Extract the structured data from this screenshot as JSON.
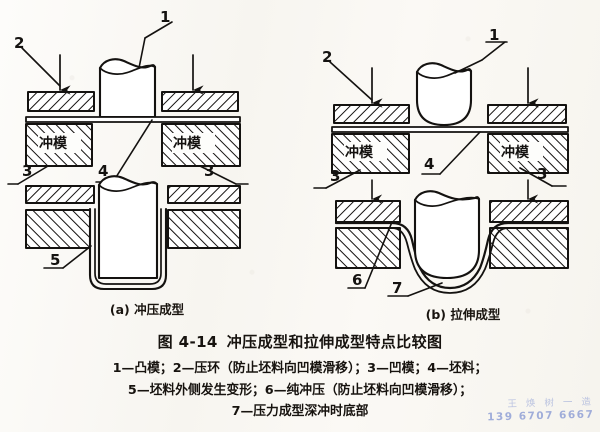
{
  "figure": {
    "number": "图 4-14",
    "title": "冲压成型和拉伸成型特点比较图",
    "subfigures": [
      {
        "key": "a",
        "label": "(a) 冲压成型"
      },
      {
        "key": "b",
        "label": "(b) 拉伸成型"
      }
    ],
    "legend_lines": [
      "1—凸模；2—压环（防止坯料向凹模滑移）；3—凹模；4—坯料；",
      "5—坯料外侧发生变形；6—纯冲压（防止坯料向凹模滑移）；",
      "7—压力成型深冲时底部"
    ],
    "callouts": {
      "punch": "1",
      "press_ring": "2",
      "die": "3",
      "blank": "4",
      "blank_outer_deform": "5",
      "pure_stamping": "6",
      "deep_draw_bottom": "7"
    },
    "die_label": "冲模"
  },
  "diagram_a": {
    "name": "冲压成型",
    "upper_callouts": [
      "1",
      "2",
      "3",
      "3",
      "4"
    ],
    "lower_callouts": [
      "5"
    ],
    "die_labels": [
      "冲模",
      "冲模"
    ],
    "punch_bottom": "flat",
    "formed_shape": "u-cup"
  },
  "diagram_b": {
    "name": "拉伸成型",
    "upper_callouts": [
      "1",
      "2",
      "3",
      "3",
      "4"
    ],
    "lower_callouts": [
      "6",
      "7"
    ],
    "die_labels": [
      "冲模",
      "冲模"
    ],
    "punch_bottom": "rounded",
    "formed_shape": "stretched-dome"
  },
  "watermark": {
    "name": "王 焕 树 一 造",
    "phone": "139 6707 6667"
  },
  "colors": {
    "ink": "#141210",
    "paper": "#fbfaf7",
    "watermark": "#5a73c8"
  }
}
